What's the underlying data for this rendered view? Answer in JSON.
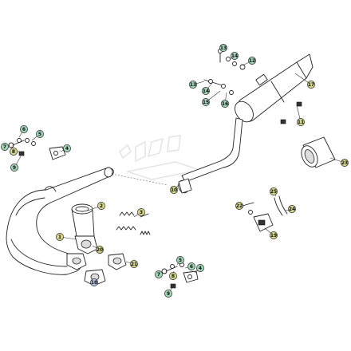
{
  "colors": {
    "callout_green": "#9fd4b4",
    "callout_yellow": "#d8d68a",
    "callout_blue": "#b4c4ea",
    "line": "#222222"
  },
  "callouts": [
    {
      "id": "c2",
      "label": "2",
      "color": "#d8d68a"
    },
    {
      "id": "c1",
      "label": "1",
      "color": "#d8d68a"
    },
    {
      "id": "c3",
      "label": "3",
      "color": "#d8d68a"
    },
    {
      "id": "c4a",
      "label": "4",
      "color": "#9fd4b4"
    },
    {
      "id": "c5a",
      "label": "5",
      "color": "#9fd4b4"
    },
    {
      "id": "c6a",
      "label": "6",
      "color": "#9fd4b4"
    },
    {
      "id": "c7a",
      "label": "7",
      "color": "#9fd4b4"
    },
    {
      "id": "c8a",
      "label": "8",
      "color": "#d8d68a"
    },
    {
      "id": "c9a",
      "label": "9",
      "color": "#9fd4b4"
    },
    {
      "id": "c4b",
      "label": "4",
      "color": "#9fd4b4"
    },
    {
      "id": "c5b",
      "label": "5",
      "color": "#9fd4b4"
    },
    {
      "id": "c6b",
      "label": "6",
      "color": "#9fd4b4"
    },
    {
      "id": "c7b",
      "label": "7",
      "color": "#9fd4b4"
    },
    {
      "id": "c8b",
      "label": "8",
      "color": "#d8d68a"
    },
    {
      "id": "c9b",
      "label": "9",
      "color": "#9fd4b4"
    },
    {
      "id": "c10",
      "label": "10",
      "color": "#d8d68a"
    },
    {
      "id": "c11",
      "label": "11",
      "color": "#d8d68a"
    },
    {
      "id": "c12",
      "label": "12",
      "color": "#9fd4b4"
    },
    {
      "id": "c13a",
      "label": "13",
      "color": "#9fd4b4"
    },
    {
      "id": "c13b",
      "label": "13",
      "color": "#9fd4b4"
    },
    {
      "id": "c14a",
      "label": "14",
      "color": "#9fd4b4"
    },
    {
      "id": "c14b",
      "label": "14",
      "color": "#9fd4b4"
    },
    {
      "id": "c15",
      "label": "15",
      "color": "#9fd4b4"
    },
    {
      "id": "c16",
      "label": "16",
      "color": "#9fd4b4"
    },
    {
      "id": "c17",
      "label": "17",
      "color": "#d8d68a"
    },
    {
      "id": "c18",
      "label": "18",
      "color": "#b4c4ea"
    },
    {
      "id": "c19",
      "label": "19",
      "color": "#d8d68a"
    },
    {
      "id": "c20",
      "label": "20",
      "color": "#d8d68a"
    },
    {
      "id": "c21",
      "label": "21",
      "color": "#d8d68a"
    },
    {
      "id": "c22",
      "label": "22",
      "color": "#d8d68a"
    },
    {
      "id": "c23",
      "label": "23",
      "color": "#d8d68a"
    },
    {
      "id": "c24",
      "label": "24",
      "color": "#d8d68a"
    },
    {
      "id": "c25",
      "label": "25",
      "color": "#d8d68a"
    }
  ]
}
